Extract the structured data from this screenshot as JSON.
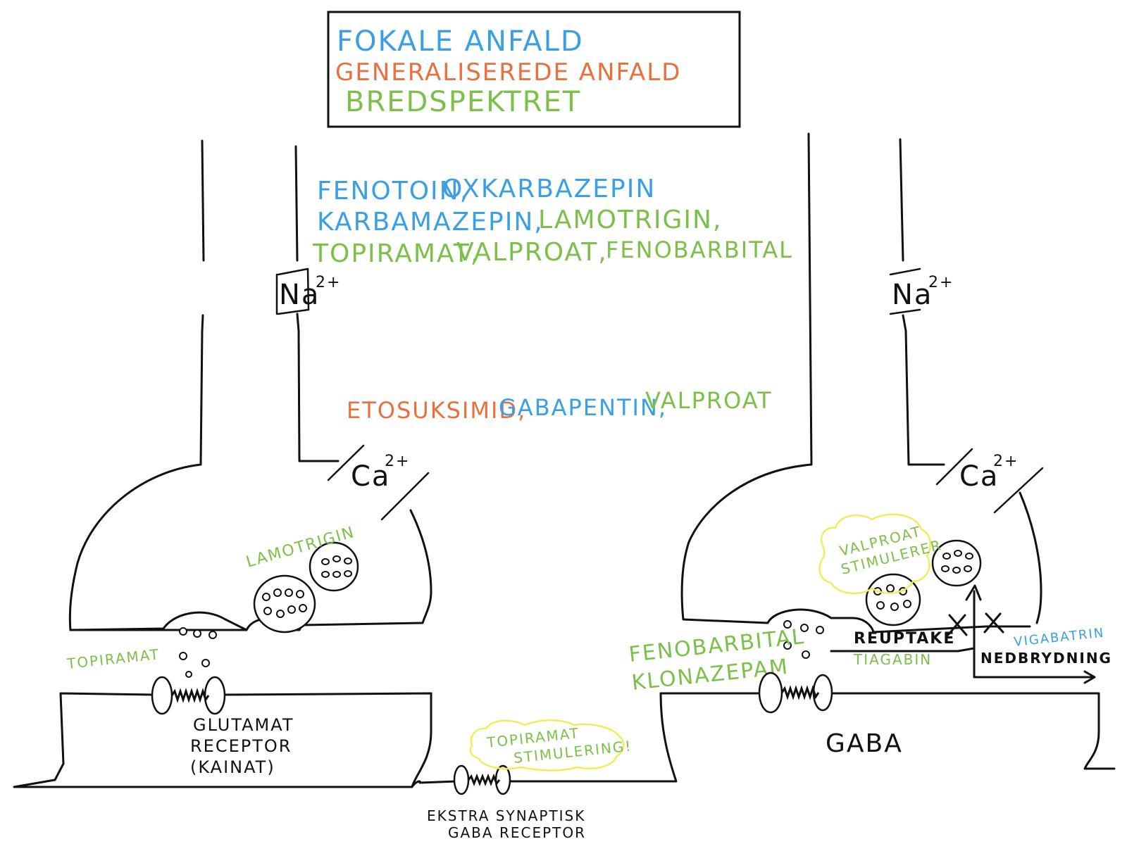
{
  "legend": {
    "focal": "FOKALE ANFALD",
    "generalized": "GENERALISEREDE ANFALD",
    "broad": "BREDSPEKTRET"
  },
  "colors": {
    "focal": "#3aa0e3",
    "generalized": "#e8703f",
    "broad": "#7cc04a",
    "highlight": "#f2ec5a"
  },
  "sodium": {
    "drugs_line1": [
      "FENOTOIN,",
      "OXKARBAZEPIN"
    ],
    "drugs_line2": [
      "KARBAMAZEPIN,",
      "LAMOTRIGIN,"
    ],
    "drugs_line3": [
      "TOPIRAMAT,",
      "VALPROAT,",
      "FENOBARBITAL"
    ],
    "ion_left": "Na",
    "ion_left_sup": "2+",
    "ion_right": "Na",
    "ion_right_sup": "2+"
  },
  "calcium": {
    "drugs": [
      "ETOSUKSIMID,",
      "GABAPENTIN,",
      "VALPROAT"
    ],
    "ion_left": "Ca",
    "ion_left_sup": "2+",
    "ion_right": "Ca",
    "ion_right_sup": "2+"
  },
  "left_synapse": {
    "vesicle_drug": "LAMOTRIGIN",
    "cleft_drug": "TOPIRAMAT",
    "receptor_label": [
      "GLUTAMAT",
      "RECEPTOR",
      "(KAINAT)"
    ]
  },
  "extra_synaptic": {
    "note": [
      "TOPIRAMAT",
      "STIMULERING!"
    ],
    "receptor_label": [
      "EKSTRA SYNAPTISK",
      "GABA RECEPTOR"
    ]
  },
  "right_synapse": {
    "note": [
      "VALPROAT",
      "STIMULERER"
    ],
    "receptor_drugs": [
      "FENOBARBITAL",
      "KLONAZEPAM"
    ],
    "reuptake": "REUPTAKE",
    "reuptake_drug": "TIAGABIN",
    "breakdown_drug": "VIGABATRIN",
    "breakdown": "NEDBRYDNING",
    "transmitter": "GABA"
  }
}
